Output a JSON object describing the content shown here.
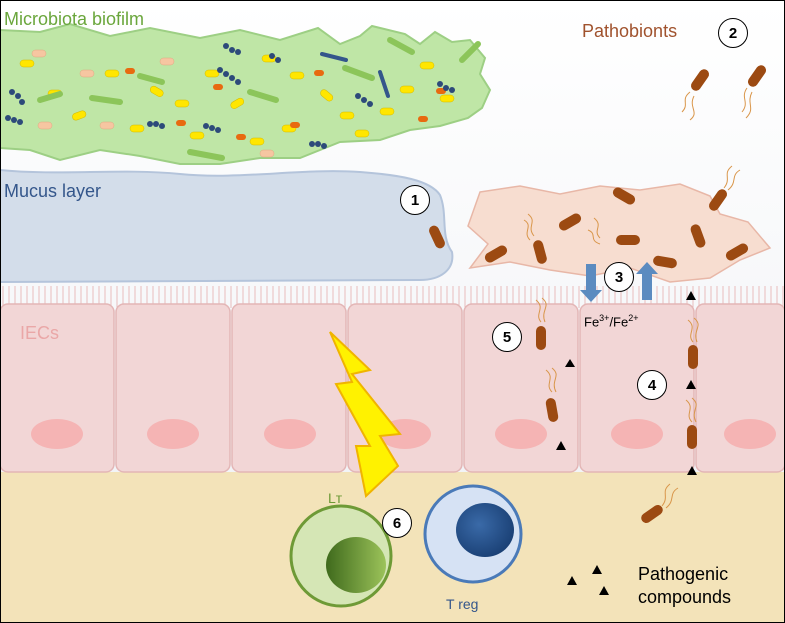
{
  "labels": {
    "microbiota": "Microbiota biofilm",
    "pathobionts": "Pathobionts",
    "mucus": "Mucus layer",
    "iecs": "IECs",
    "fe_base1": "Fe",
    "fe_sup1": "3+",
    "fe_sep": "/Fe",
    "fe_sup2": "2+",
    "lt": "Lᴛ",
    "treg": "T reg",
    "pathogenic_line1": "Pathogenic",
    "pathogenic_line2": "compounds"
  },
  "steps": [
    "1",
    "2",
    "3",
    "4",
    "5",
    "6"
  ],
  "colors": {
    "biofilm_fill": "#bfe6a6",
    "biofilm_text": "#6aa63c",
    "pathobiont": "#9c4a12",
    "pathobiont_text": "#a0522d",
    "mucus_fill": "#d3ddea",
    "mucus_text": "#34568b",
    "iec_fill": "#f2d6d6",
    "iec_text": "#eaa7a7",
    "nucleus": "#f5b4b4",
    "lamina": "#f3e3b9",
    "lightning": "#fff200",
    "lt_cell": "#6e9a36",
    "treg_cell": "#24508a",
    "arrow": "#5b8bc0"
  }
}
